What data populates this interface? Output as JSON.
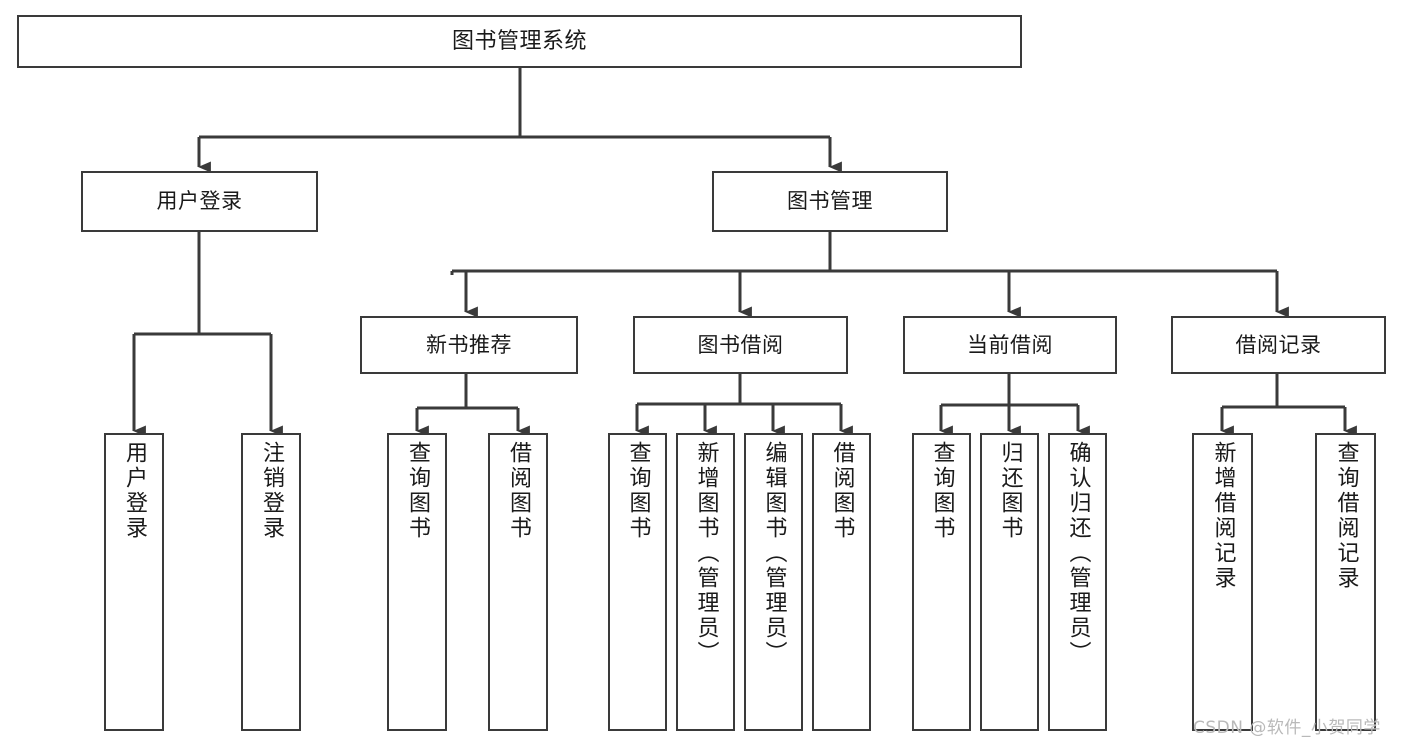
{
  "diagram": {
    "title": "图书管理系统",
    "type": "tree-hierarchy-chart",
    "orientation": "top-down"
  },
  "nodes": {
    "root": {
      "label": "图书管理系统"
    },
    "level2": [
      {
        "id": "user-login",
        "label": "用户登录"
      },
      {
        "id": "book-manage",
        "label": "图书管理"
      }
    ],
    "level3": [
      {
        "id": "new-book-recommend",
        "label": "新书推荐"
      },
      {
        "id": "book-borrow",
        "label": "图书借阅"
      },
      {
        "id": "current-borrow",
        "label": "当前借阅"
      },
      {
        "id": "borrow-record",
        "label": "借阅记录"
      }
    ],
    "leaves": {
      "user_login": [
        {
          "id": "leaf-user-login",
          "label": "用户登录"
        },
        {
          "id": "leaf-logout-login",
          "label": "注销登录"
        }
      ],
      "new_book_recommend": [
        {
          "id": "leaf-query-book-1",
          "label": "查询图书"
        },
        {
          "id": "leaf-borrow-book-1",
          "label": "借阅图书"
        }
      ],
      "book_borrow": [
        {
          "id": "leaf-query-book-2",
          "label": "查询图书"
        },
        {
          "id": "leaf-add-book",
          "label": "新增图书（管理员）"
        },
        {
          "id": "leaf-edit-book",
          "label": "编辑图书（管理员）"
        },
        {
          "id": "leaf-borrow-book-2",
          "label": "借阅图书"
        }
      ],
      "current_borrow": [
        {
          "id": "leaf-query-book-3",
          "label": "查询图书"
        },
        {
          "id": "leaf-return-book",
          "label": "归还图书"
        },
        {
          "id": "leaf-confirm-return",
          "label": "确认归还（管理员）"
        }
      ],
      "borrow_record": [
        {
          "id": "leaf-add-record",
          "label": "新增借阅记录"
        },
        {
          "id": "leaf-query-record",
          "label": "查询借阅记录"
        }
      ]
    }
  },
  "watermark": {
    "text": "CSDN @软件_小贺同学"
  },
  "colors": {
    "border": "#3a3a3a",
    "text": "#1a1a1a",
    "background": "#ffffff",
    "edge": "#3a3a3a",
    "watermark": "#b9b9b9"
  }
}
